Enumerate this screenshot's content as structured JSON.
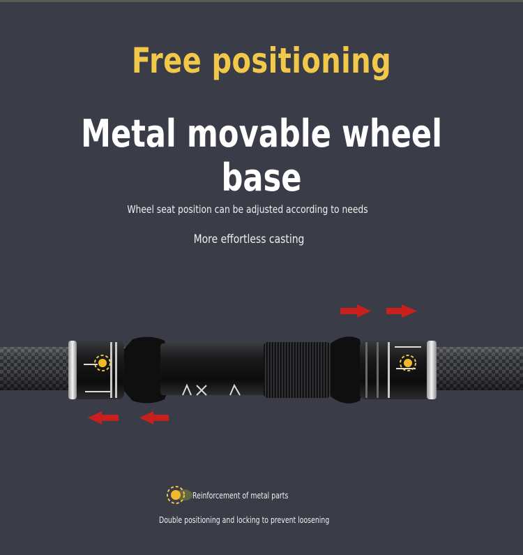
{
  "heading": {
    "title": "Free positioning",
    "subtitle": "Metal movable wheel base"
  },
  "description": {
    "line1": "Wheel seat position can be adjusted according to needs",
    "line2": "More effortless casting"
  },
  "features": {
    "reinforcement": "Reinforcement of metal parts",
    "locking": "Double positioning and locking to prevent loosening"
  },
  "colors": {
    "background": "#3a3c47",
    "accent_yellow": "#f2c84b",
    "arrow_red": "#c8201c"
  },
  "icons": [
    "arrow-right-icon",
    "arrow-left-icon",
    "position-dot-icon"
  ]
}
